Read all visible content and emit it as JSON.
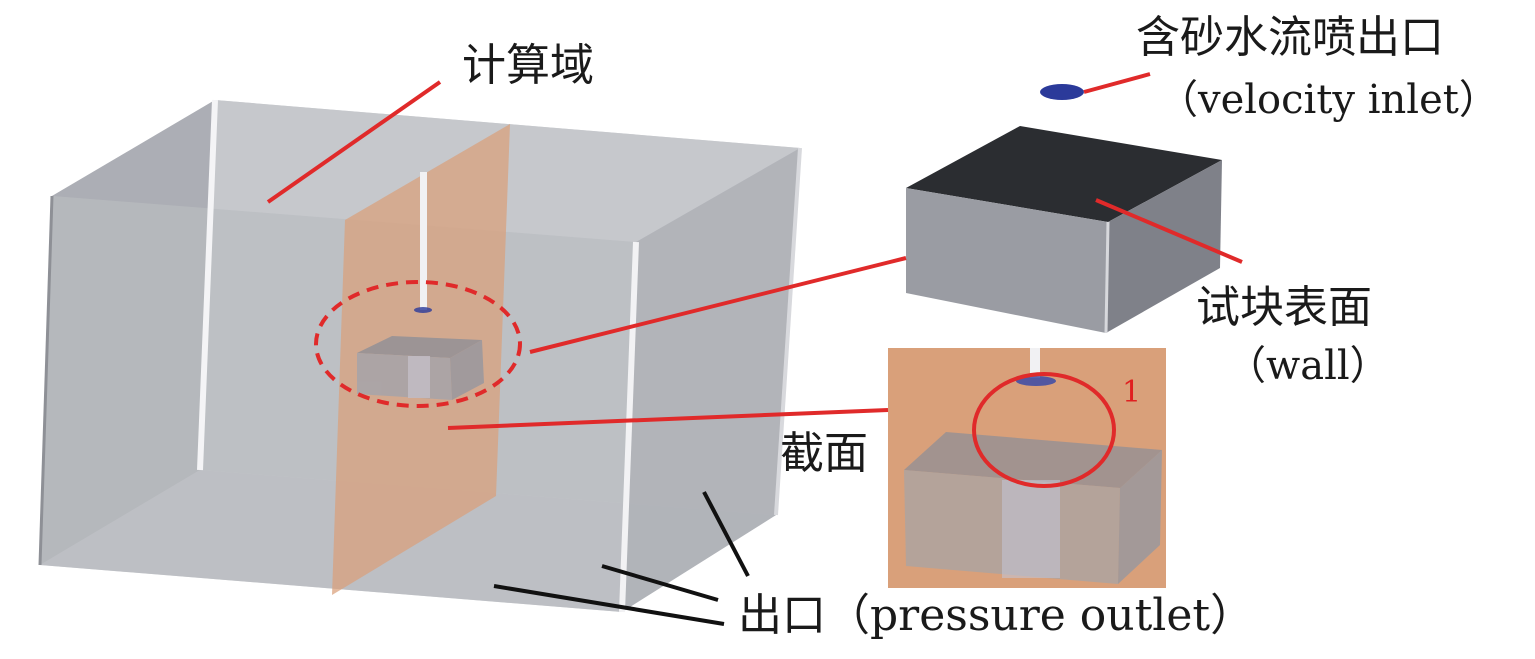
{
  "labels": {
    "computational_domain": "计算域",
    "inlet_cn": "含砂水流喷出口",
    "inlet_en": "（velocity inlet）",
    "wall_cn": "试块表面",
    "wall_en": "（wall）",
    "section": "截面",
    "outlet": "出口（pressure outlet）",
    "marker": "1"
  },
  "colors": {
    "leader_red": "#e02a2a",
    "leader_black": "#111111",
    "domain_gray": "#b9bbc0",
    "section_orange": "#d9a07a",
    "inlet_blue": "#2b3a9a",
    "block_top": "#2b2d31",
    "block_side": "#9a9ca3"
  }
}
